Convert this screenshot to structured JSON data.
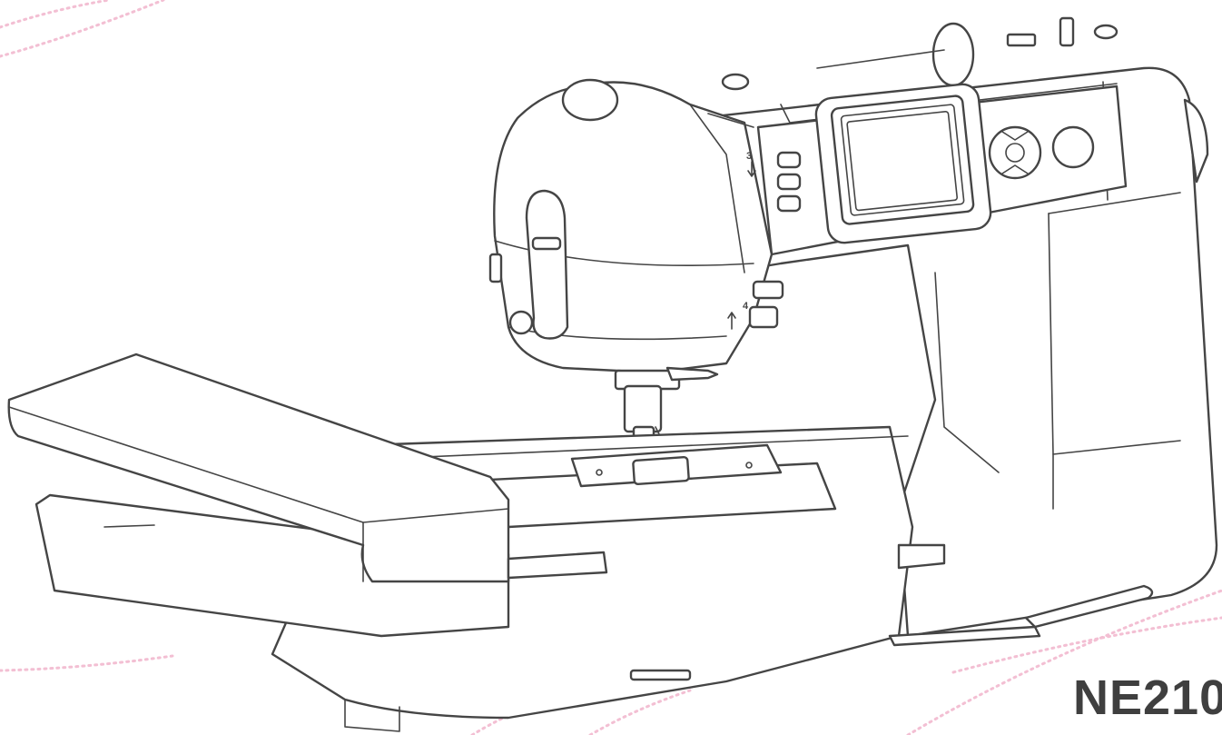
{
  "product": {
    "model": "NE210",
    "needle_mark_top": "3",
    "needle_mark_side": "4"
  },
  "colors": {
    "line": "#454545",
    "accent_dash": "#f3bfd3",
    "model_text": "#3f3f3f"
  }
}
